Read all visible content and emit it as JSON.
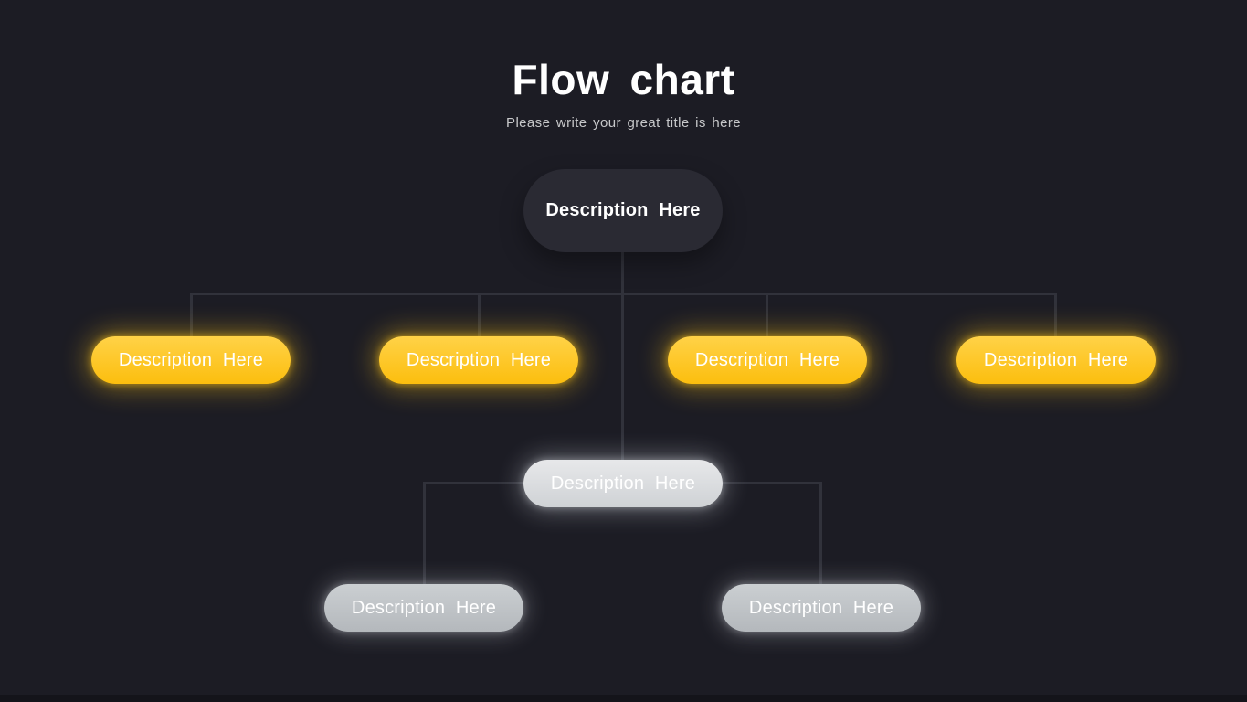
{
  "slide": {
    "title": "Flow chart",
    "subtitle": "Please write your great title is here"
  },
  "flowchart": {
    "root": {
      "label": "Description Here"
    },
    "branches": [
      {
        "label": "Description Here"
      },
      {
        "label": "Description Here"
      },
      {
        "label": "Description Here"
      },
      {
        "label": "Description Here"
      }
    ],
    "middle": {
      "label": "Description Here"
    },
    "leaves": [
      {
        "label": "Description Here"
      },
      {
        "label": "Description Here"
      }
    ]
  },
  "colors": {
    "background": "#1c1c24",
    "connector": "#31323b",
    "root_node_fill": "#2a2a33",
    "accent_yellow_top": "#ffd247",
    "accent_yellow_bottom": "#fcbe0e",
    "light_node_top": "#e7e8ea",
    "light_node_bottom": "#cfd2d5",
    "gray_node_top": "#cbcfd2",
    "gray_node_bottom": "#b4b8bc",
    "node_text": "#ffffff",
    "subtitle_text": "#c7c8ca"
  }
}
